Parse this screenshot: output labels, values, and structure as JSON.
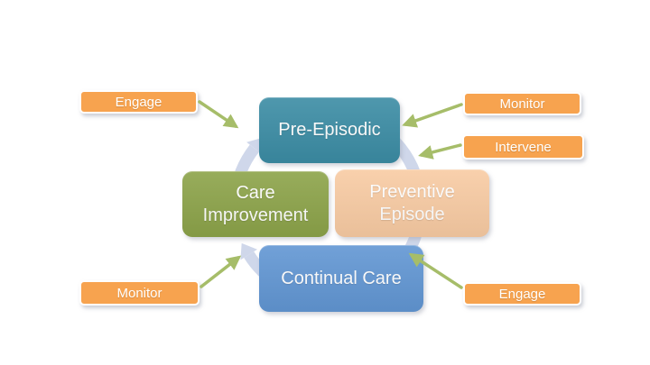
{
  "diagram": {
    "nodes": [
      {
        "id": "pre-episodic",
        "label": "Pre-Episodic",
        "color": "#3B8CA4"
      },
      {
        "id": "preventive-episode",
        "label": "Preventive Episode",
        "color": "#F8CBA3"
      },
      {
        "id": "continual-care",
        "label": "Continual Care",
        "color": "#6196D3"
      },
      {
        "id": "care-improvement",
        "label": "Care Improvement",
        "color": "#8CA349"
      }
    ],
    "actions": [
      {
        "id": "engage-top-left",
        "label": "Engage",
        "position": "top-left",
        "points_to": "pre-episodic"
      },
      {
        "id": "monitor-top-right",
        "label": "Monitor",
        "position": "top-right",
        "points_to": "pre-episodic"
      },
      {
        "id": "intervene-right",
        "label": "Intervene",
        "position": "right",
        "points_to": "cycle-between-pre-episodic-and-preventive-episode"
      },
      {
        "id": "monitor-bottom-left",
        "label": "Monitor",
        "position": "bottom-left",
        "points_to": "cycle-between-care-improvement-and-continual-care"
      },
      {
        "id": "engage-bottom-right",
        "label": "Engage",
        "position": "bottom-right",
        "points_to": "cycle-between-preventive-episode-and-continual-care"
      }
    ],
    "palette": {
      "node_text": "#FFFFFF",
      "action_label_bg": "#F7A34F",
      "action_label_text": "#FFFFFF",
      "arrow_green": "#A6BD69",
      "ring": "#CFD7EA",
      "background": "#FFFFFF"
    }
  }
}
